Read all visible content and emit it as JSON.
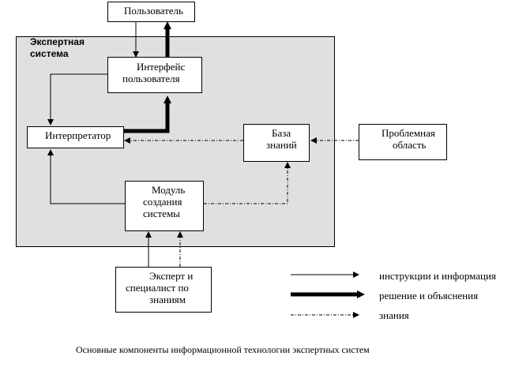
{
  "system": {
    "title_line1": "Экспертная",
    "title_line2": "система"
  },
  "nodes": {
    "user": "Пользователь",
    "interface_line1": "Интерфейс",
    "interface_line2": "пользователя",
    "interpreter": "Интерпретатор",
    "kb_line1": "База",
    "kb_line2": "знаний",
    "domain_line1": "Проблемная",
    "domain_line2": "область",
    "module_line1": "Модуль",
    "module_line2": "создания",
    "module_line3": "системы",
    "expert_line1": "Эксперт и",
    "expert_line2": "специалист по",
    "expert_line3": "знаниям"
  },
  "legend": {
    "instructions": "инструкции и информация",
    "solutions": "решение и объяснения",
    "knowledge": "знания"
  },
  "caption": "Основные компоненты информационной технологии экспертных систем",
  "colors": {
    "system_fill": "#e0e0e0",
    "box_fill": "#ffffff",
    "stroke": "#000000"
  }
}
